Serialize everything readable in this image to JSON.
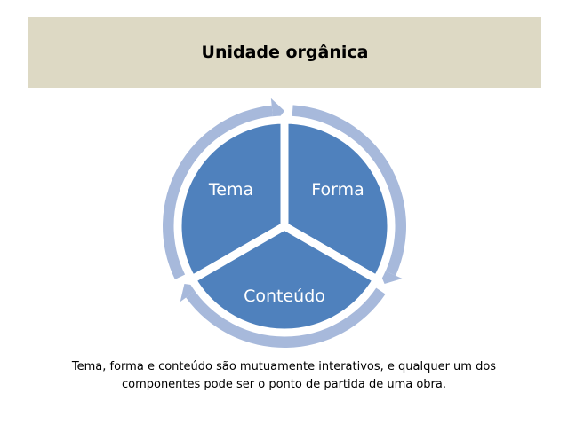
{
  "slide": {
    "title": "Unidade orgânica",
    "caption_lines": [
      "Tema, forma e conteúdo são mutuamente interativos, e qualquer um dos",
      "componentes pode ser o ponto de partida de uma obra."
    ]
  },
  "diagram": {
    "segments": [
      {
        "label": "Tema"
      },
      {
        "label": "Forma"
      },
      {
        "label": "Conteúdo"
      }
    ],
    "colors": {
      "segment_fill": "#4f81bd",
      "arrow_ring": "#a7b9db",
      "title_band": "#ddd9c4"
    }
  }
}
